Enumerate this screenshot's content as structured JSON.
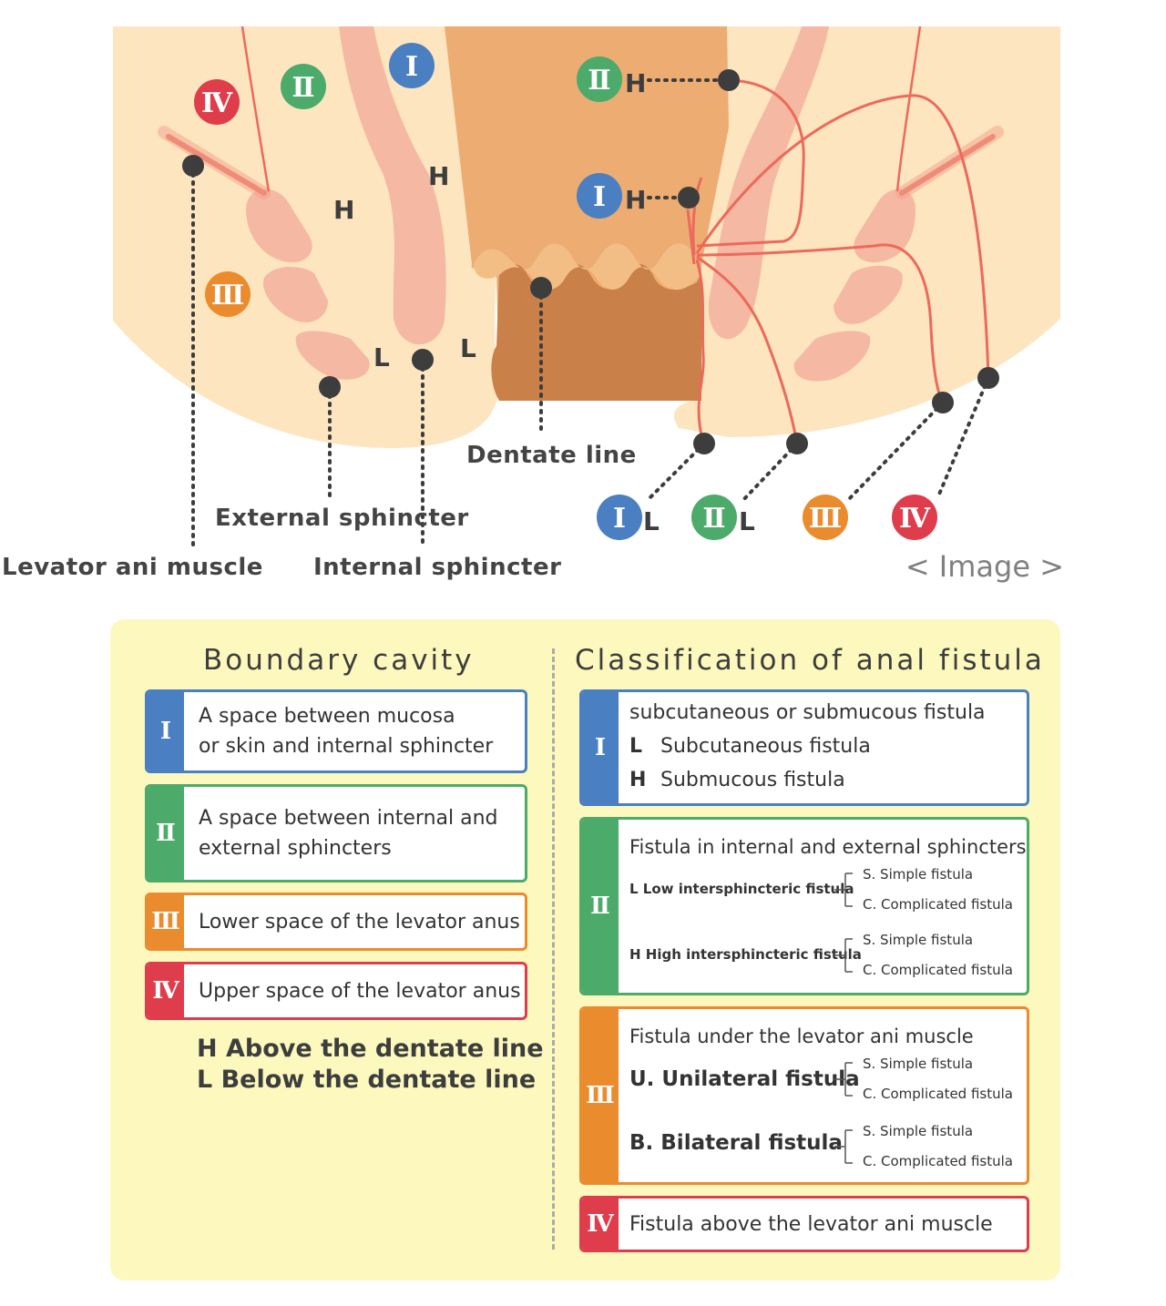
{
  "diagram": {
    "labels": {
      "levator": "Levator ani muscle",
      "external": "External sphincter",
      "internal": "Internal sphincter",
      "dentate": "Dentate line"
    },
    "numerals": {
      "I": "Ⅰ",
      "II": "Ⅱ",
      "III": "Ⅲ",
      "IV": "Ⅳ"
    },
    "H": "H",
    "L": "L",
    "image_caption": "< Image >"
  },
  "boundary": {
    "title": "Boundary cavity",
    "items": [
      {
        "num": "Ⅰ",
        "line1": "A space between mucosa",
        "line2": "or skin and internal sphincter"
      },
      {
        "num": "Ⅱ",
        "line1": "A space between internal and",
        "line2": "external sphincters"
      },
      {
        "num": "Ⅲ",
        "line1": "Lower space of the levator anus"
      },
      {
        "num": "Ⅳ",
        "line1": "Upper space of the levator anus"
      }
    ],
    "legend_h": "H Above the dentate line",
    "legend_l": "L Below the dentate line"
  },
  "classification": {
    "title": "Classification of anal fistula",
    "I": {
      "num": "Ⅰ",
      "heading": "subcutaneous or submucous fistula",
      "l_key": "L",
      "l_text": "Subcutaneous fistula",
      "h_key": "H",
      "h_text": "Submucous fistula"
    },
    "II": {
      "num": "Ⅱ",
      "heading": "Fistula in internal and external sphincters",
      "low": "L Low intersphincteric fistula",
      "high": "H High intersphincteric fistula",
      "simple": "S. Simple fistula",
      "complicated": "C. Complicated fistula"
    },
    "III": {
      "num": "Ⅲ",
      "heading": "Fistula under the levator ani muscle",
      "uni": "U. Unilateral fistula",
      "bi": "B. Bilateral fistula",
      "simple": "S. Simple fistula",
      "complicated": "C. Complicated fistula"
    },
    "IV": {
      "num": "Ⅳ",
      "heading": "Fistula above the levator ani muscle"
    }
  },
  "colors": {
    "blue": "#4a7fc1",
    "green": "#4caa6a",
    "orange": "#ea8b2e",
    "red": "#df3c4c",
    "fistula": "#ec6a5c",
    "tissue": "#fde5c0",
    "muscle": "#f5b8a3"
  }
}
